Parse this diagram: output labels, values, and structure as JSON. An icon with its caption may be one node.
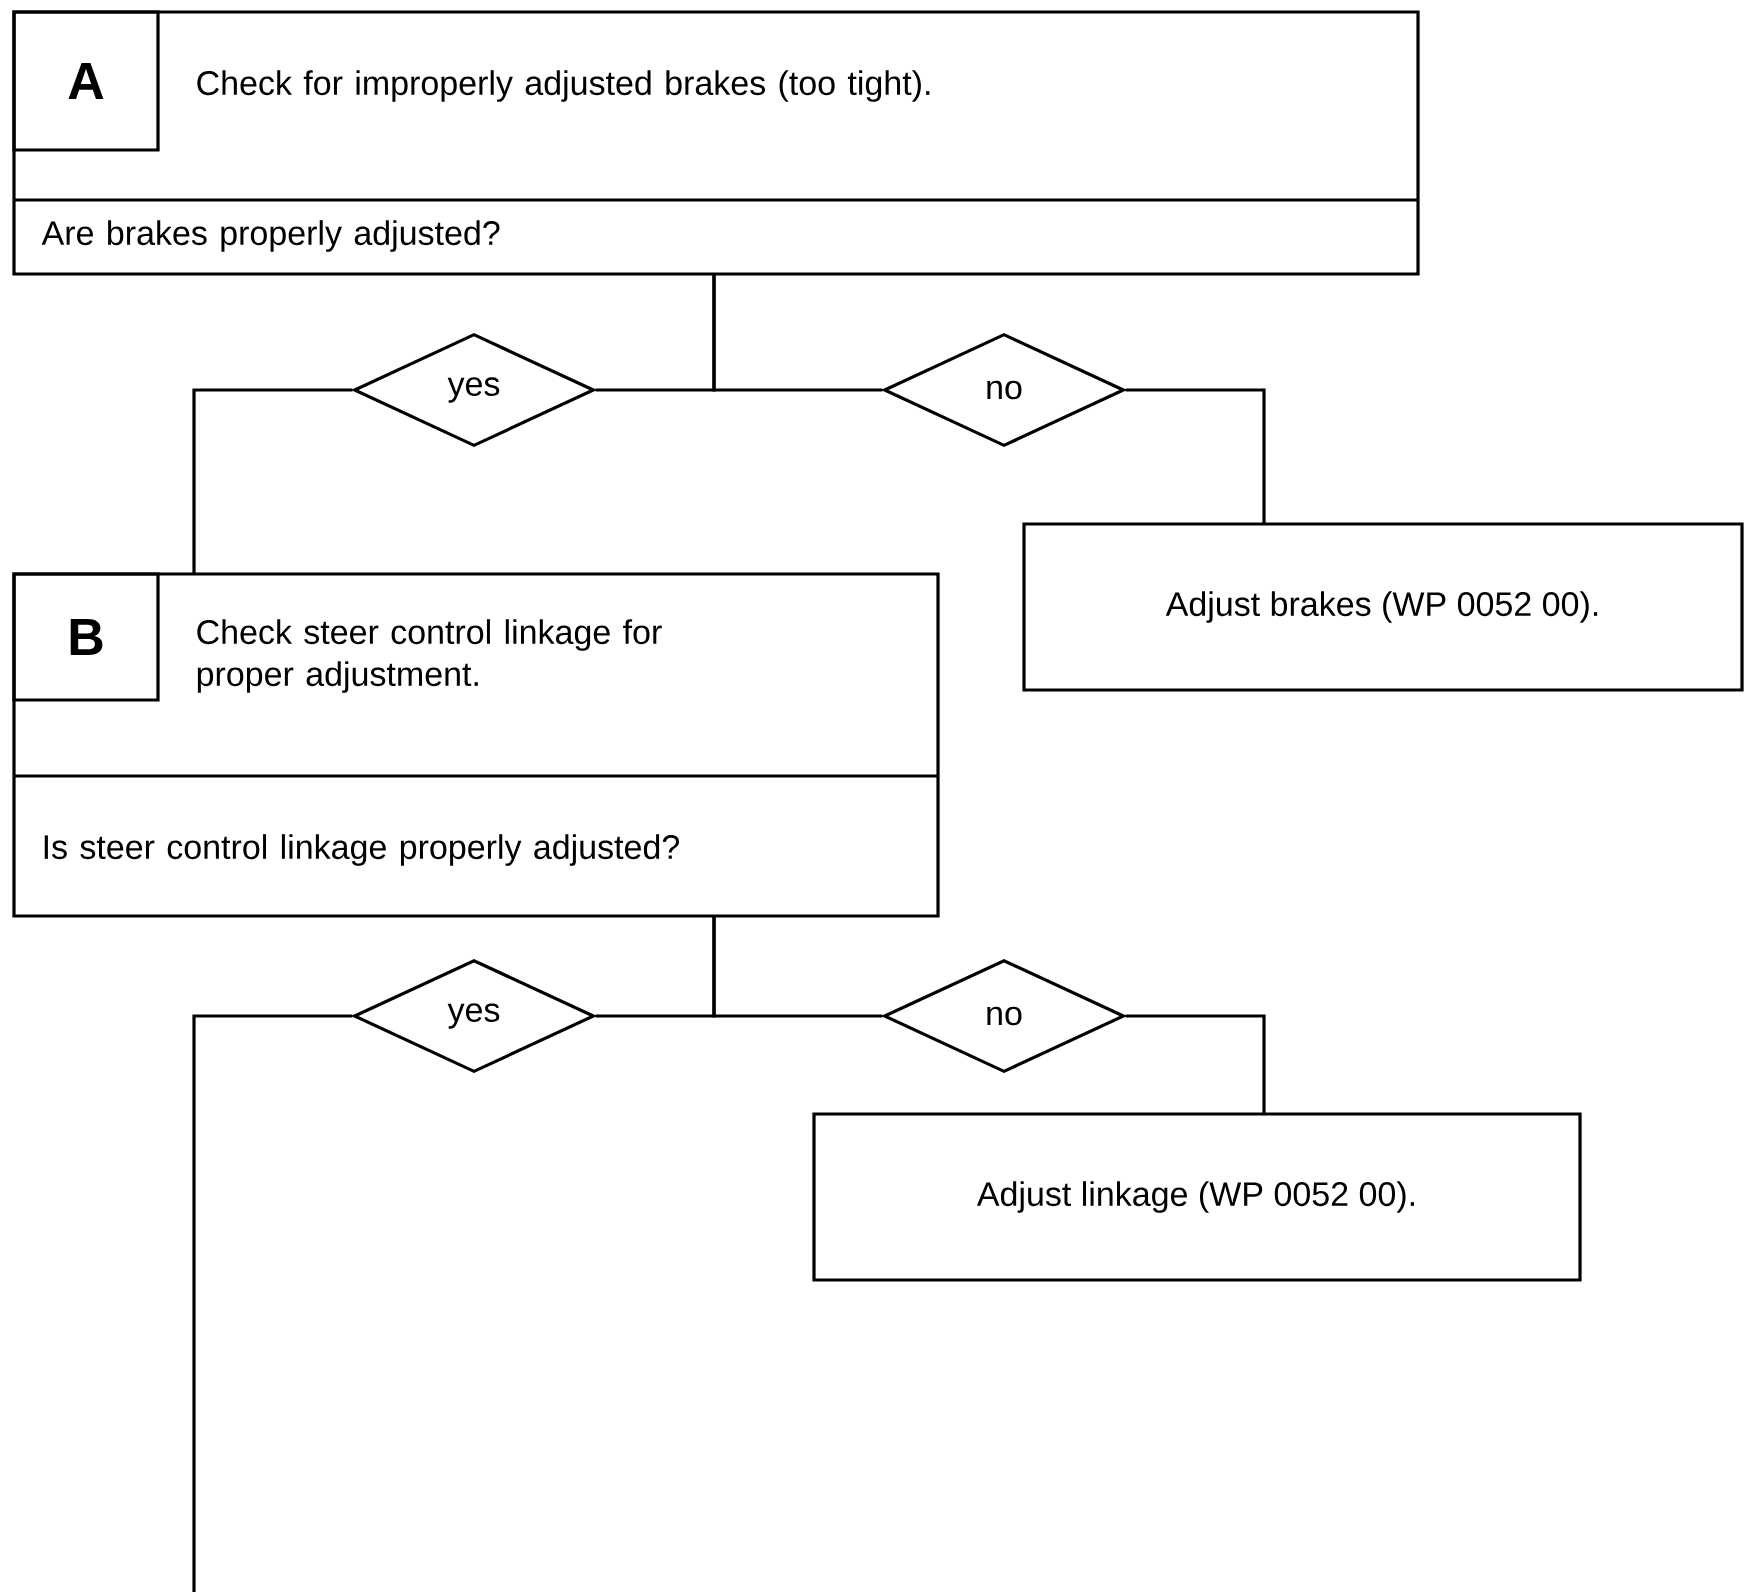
{
  "diagram": {
    "nodes": [
      {
        "text": [
          "Check for improperly adjusted brakes (too tight).",
          "Are brakes properly adjusted?"
        ]
      },
      {
        "text": [
          "A"
        ],
        "in": 0
      },
      {
        "text": [
          "yes"
        ]
      },
      {
        "text": [
          "no"
        ]
      },
      {
        "text": [
          "Adjust brakes (WP 0052 00)."
        ]
      },
      {
        "text": [
          "Check steer control linkage for proper adjustment.",
          "Is steer control linkage properly adjusted?"
        ]
      },
      {
        "text": [
          "B"
        ],
        "in": 5
      },
      {
        "text": [
          "yes"
        ]
      },
      {
        "text": [
          "no"
        ]
      },
      {
        "text": [
          "Adjust linkage (WP 0052 00)."
        ]
      }
    ],
    "edges": [
      {
        "from": 0,
        "to": 2,
        "arrow": "none"
      },
      {
        "from": 0,
        "to": 3,
        "arrow": "none"
      },
      {
        "from": 2,
        "to": 5,
        "arrow": "none"
      },
      {
        "from": 3,
        "to": 4,
        "arrow": "none"
      },
      {
        "from": 5,
        "to": 7,
        "arrow": "none"
      },
      {
        "from": 5,
        "to": 8,
        "arrow": "none"
      },
      {
        "from": 8,
        "to": 9,
        "arrow": "none"
      },
      {
        "from": 7,
        "to": null,
        "arrow": "none"
      }
    ]
  }
}
